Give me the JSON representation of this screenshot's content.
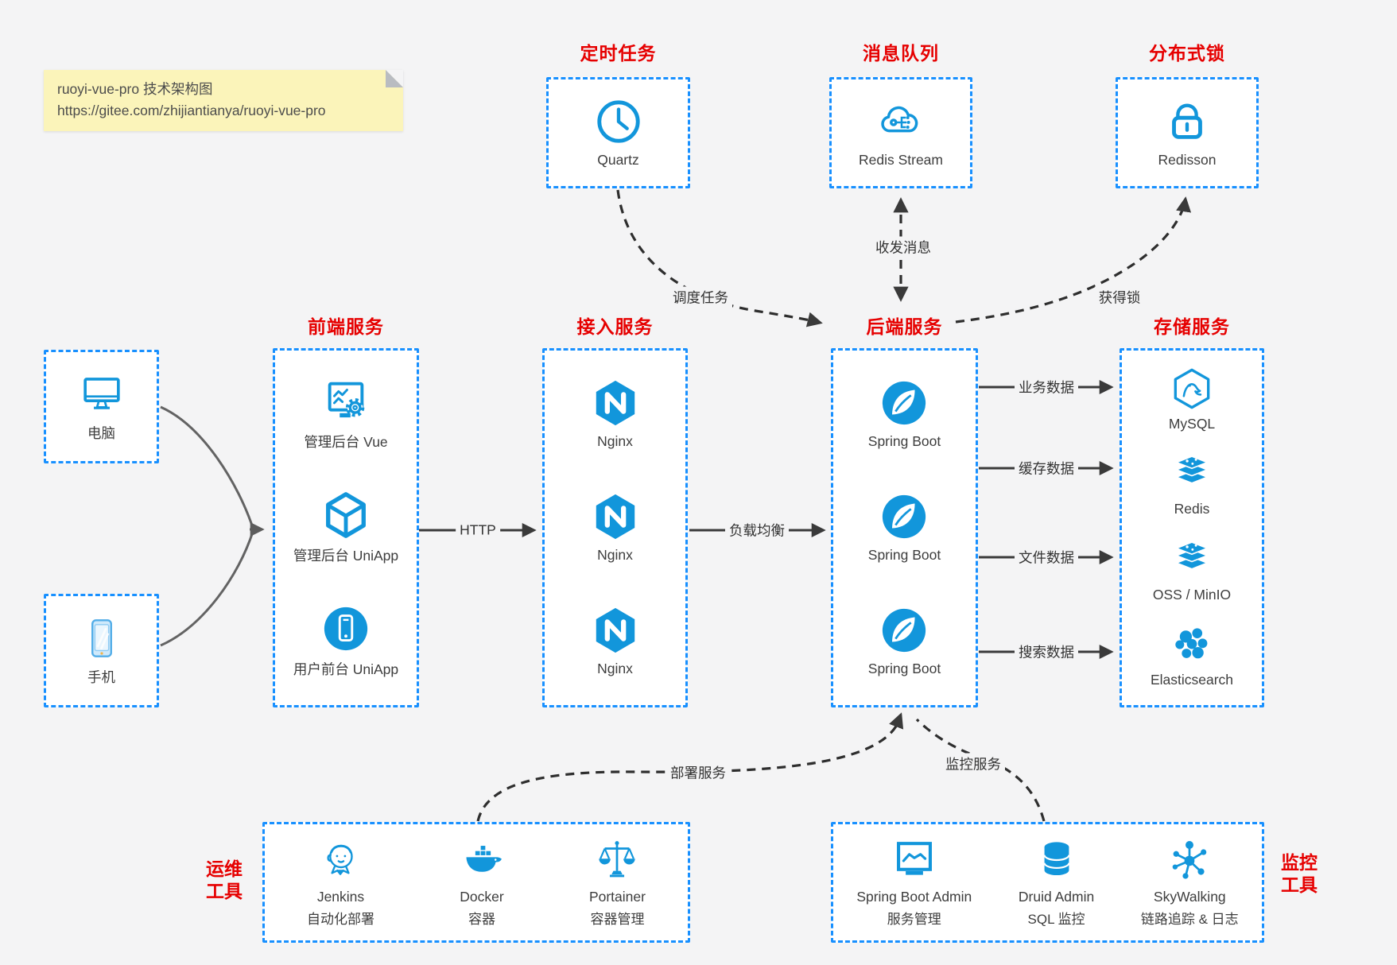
{
  "note": {
    "line1": "ruoyi-vue-pro 技术架构图",
    "line2": "https://gitee.com/zhijiantianya/ruoyi-vue-pro"
  },
  "colors": {
    "icon_blue": "#1296db",
    "box_border_blue": "#1890ff",
    "section_title_red": "#e60000",
    "note_bg": "#fbf4ba",
    "page_bg": "#f4f4f5"
  },
  "top_services": [
    {
      "title": "定时任务",
      "label": "Quartz",
      "icon": "clock-icon"
    },
    {
      "title": "消息队列",
      "label": "Redis Stream",
      "icon": "cloud-stream-icon"
    },
    {
      "title": "分布式锁",
      "label": "Redisson",
      "icon": "lock-icon"
    }
  ],
  "clients": [
    {
      "label": "电脑",
      "icon": "desktop-icon"
    },
    {
      "label": "手机",
      "icon": "mobile-icon"
    }
  ],
  "columns": [
    {
      "title": "前端服务",
      "items": [
        {
          "label": "管理后台 Vue",
          "icon": "admin-screen-gear-icon"
        },
        {
          "label": "管理后台 UniApp",
          "icon": "uniapp-cube-icon"
        },
        {
          "label": "用户前台 UniApp",
          "icon": "user-app-icon"
        }
      ]
    },
    {
      "title": "接入服务",
      "items": [
        {
          "label": "Nginx",
          "icon": "nginx-icon"
        },
        {
          "label": "Nginx",
          "icon": "nginx-icon"
        },
        {
          "label": "Nginx",
          "icon": "nginx-icon"
        }
      ]
    },
    {
      "title": "后端服务",
      "items": [
        {
          "label": "Spring Boot",
          "icon": "spring-icon"
        },
        {
          "label": "Spring Boot",
          "icon": "spring-icon"
        },
        {
          "label": "Spring Boot",
          "icon": "spring-icon"
        }
      ]
    },
    {
      "title": "存储服务",
      "items": [
        {
          "label": "MySQL",
          "icon": "mysql-icon"
        },
        {
          "label": "Redis",
          "icon": "redis-stack-icon"
        },
        {
          "label": "OSS / MinIO",
          "icon": "oss-stack-icon"
        },
        {
          "label": "Elasticsearch",
          "icon": "elasticsearch-icon"
        }
      ]
    }
  ],
  "edges": {
    "http": "HTTP",
    "load_balance": "负载均衡",
    "schedule_job": "调度任务",
    "send_receive_msg": "收发消息",
    "acquire_lock": "获得锁",
    "business_data": "业务数据",
    "cache_data": "缓存数据",
    "file_data": "文件数据",
    "search_data": "搜索数据",
    "deploy_service": "部署服务",
    "monitor_service": "监控服务"
  },
  "ops_tools": {
    "side_label_line1": "运维",
    "side_label_line2": "工具",
    "items": [
      {
        "name": "Jenkins",
        "desc": "自动化部署",
        "icon": "jenkins-icon"
      },
      {
        "name": "Docker",
        "desc": "容器",
        "icon": "docker-whale-icon"
      },
      {
        "name": "Portainer",
        "desc": "容器管理",
        "icon": "portainer-scales-icon"
      }
    ]
  },
  "monitor_tools": {
    "side_label_line1": "监控",
    "side_label_line2": "工具",
    "items": [
      {
        "name": "Spring Boot Admin",
        "desc": "服务管理",
        "icon": "admin-monitor-icon"
      },
      {
        "name": "Druid Admin",
        "desc": "SQL 监控",
        "icon": "database-icon"
      },
      {
        "name": "SkyWalking",
        "desc": "链路追踪 & 日志",
        "icon": "skywalking-hub-icon"
      }
    ]
  }
}
